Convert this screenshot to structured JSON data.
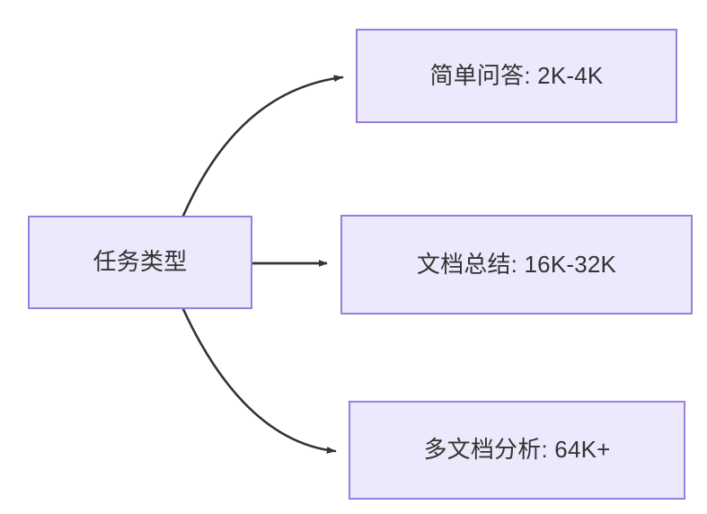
{
  "diagram": {
    "type": "flowchart",
    "direction": "left-to-right",
    "background_color": "#ffffff",
    "node_fill_color": "#ede9fc",
    "node_border_color": "#9a7ddf",
    "edge_color": "#333333",
    "text_color": "#333333",
    "nodes": [
      {
        "id": "source",
        "label": "任务类型"
      },
      {
        "id": "simple-qa",
        "label": "简单问答: 2K-4K"
      },
      {
        "id": "doc-summary",
        "label": "文档总结: 16K-32K"
      },
      {
        "id": "multi-doc",
        "label": "多文档分析: 64K+"
      }
    ],
    "edges": [
      {
        "from": "source",
        "to": "simple-qa",
        "style": "curved",
        "arrow": "triangle",
        "label": ""
      },
      {
        "from": "source",
        "to": "doc-summary",
        "style": "straight",
        "arrow": "triangle",
        "label": ""
      },
      {
        "from": "source",
        "to": "multi-doc",
        "style": "curved",
        "arrow": "triangle",
        "label": ""
      }
    ]
  }
}
